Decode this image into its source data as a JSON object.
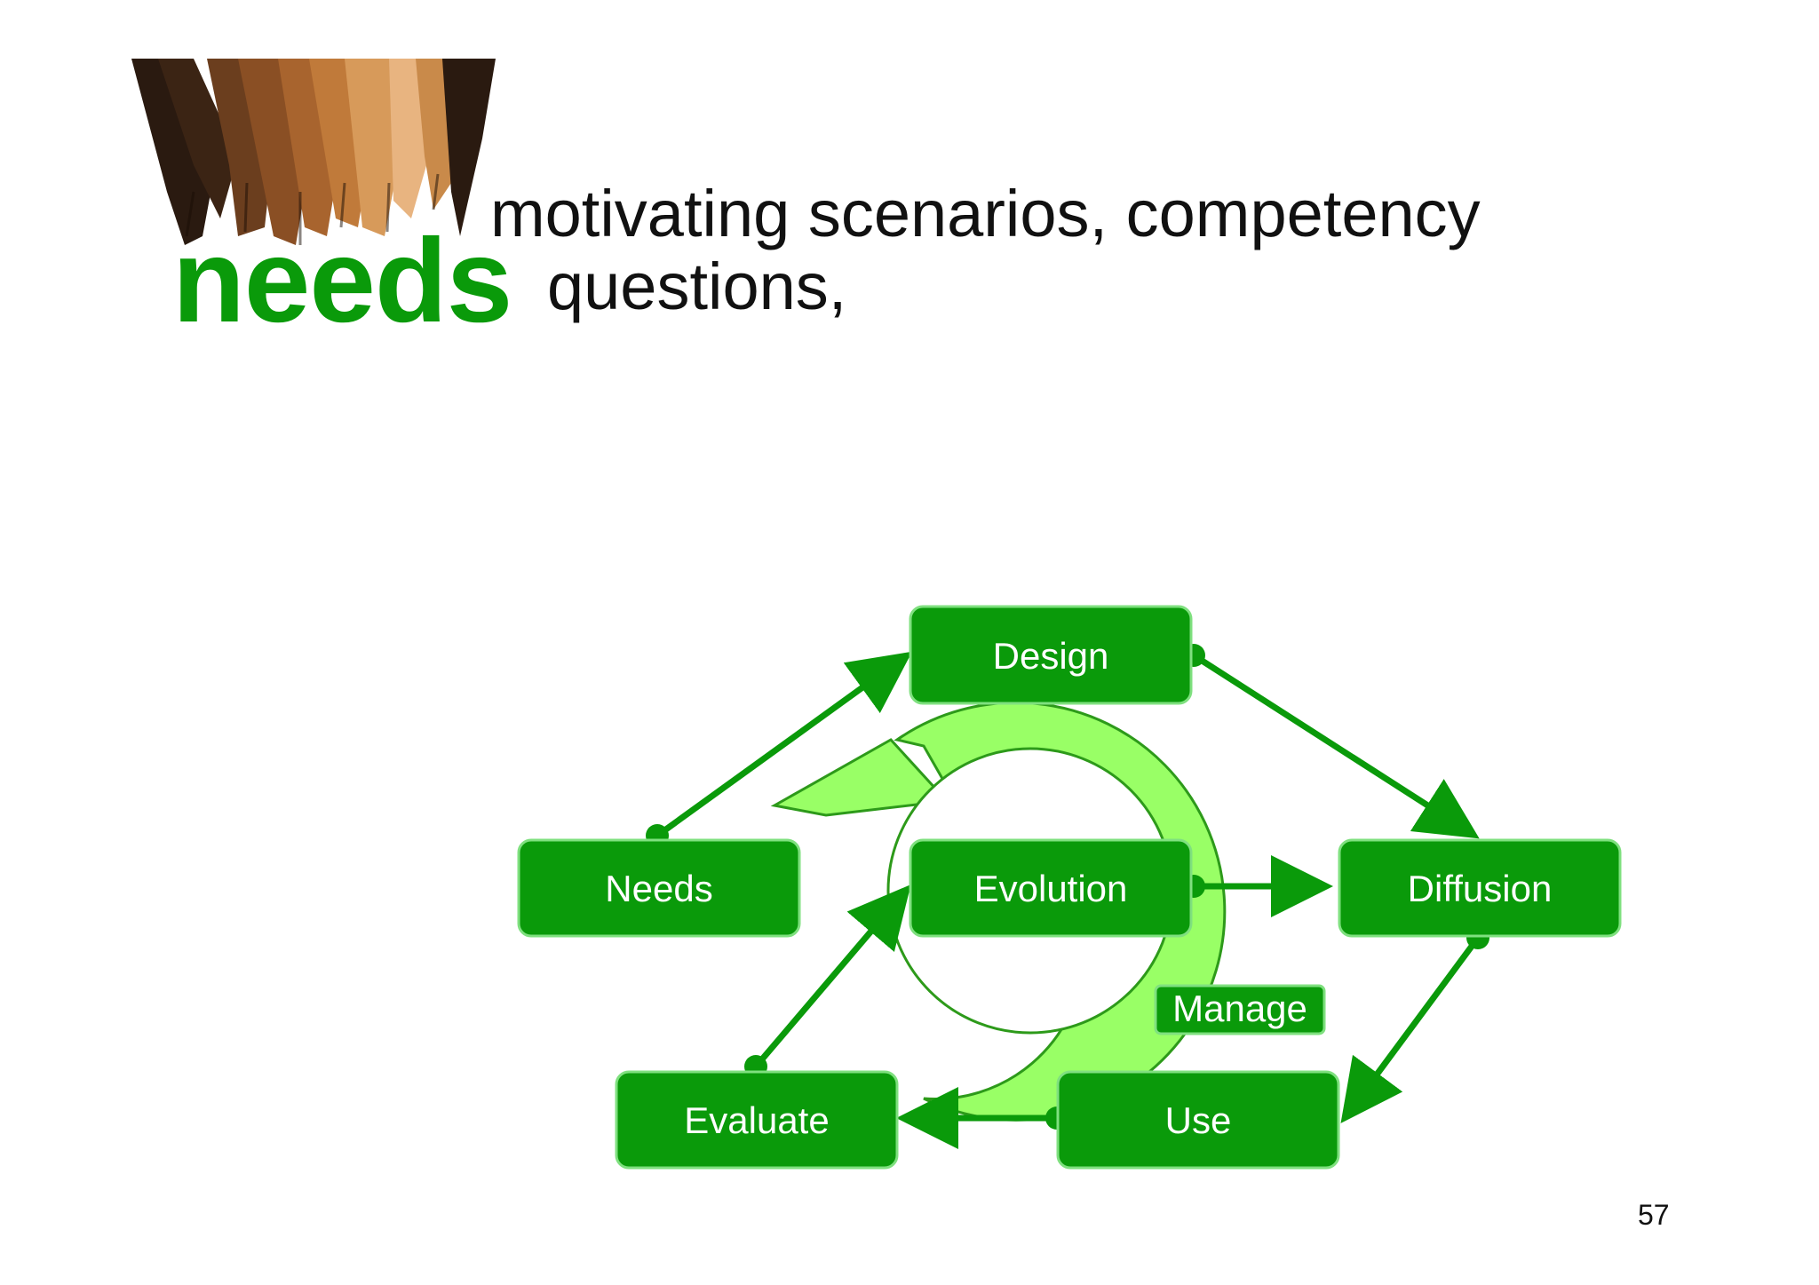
{
  "header": {
    "keyword": "needs",
    "subtitle_line1": "motivating scenarios, competency",
    "subtitle_line2": "questions,"
  },
  "diagram": {
    "nodes": [
      {
        "id": "design",
        "label": "Design"
      },
      {
        "id": "needs",
        "label": "Needs"
      },
      {
        "id": "evolution",
        "label": "Evolution"
      },
      {
        "id": "diffusion",
        "label": "Diffusion"
      },
      {
        "id": "evaluate",
        "label": "Evaluate"
      },
      {
        "id": "use",
        "label": "Use"
      }
    ],
    "cycle_label": "Manage",
    "edges": [
      {
        "from": "needs",
        "to": "design"
      },
      {
        "from": "design",
        "to": "diffusion"
      },
      {
        "from": "evolution",
        "to": "diffusion"
      },
      {
        "from": "diffusion",
        "to": "use"
      },
      {
        "from": "use",
        "to": "evaluate"
      },
      {
        "from": "evaluate",
        "to": "evolution"
      }
    ],
    "colors": {
      "node_fill": "#0a9a0a",
      "node_border": "#7fe07f",
      "arrow": "#0a9a0a",
      "cycle_fill": "#99ff66",
      "cycle_stroke": "#2d9a1a",
      "keyword": "#0a9a0a"
    }
  },
  "footer": {
    "page_number": "57"
  }
}
